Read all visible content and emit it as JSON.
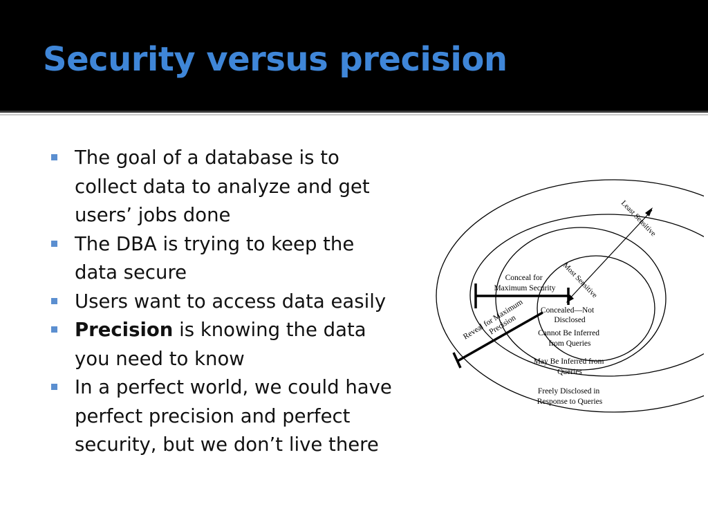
{
  "slide": {
    "title": "Security versus precision",
    "accent_color": "#3f86d8",
    "bullet_color": "#5b8fd0"
  },
  "bullets": [
    {
      "lines": [
        "The goal of a database is to",
        "collect data to analyze and get",
        "users’ jobs done"
      ]
    },
    {
      "lines": [
        "The DBA is trying to keep the",
        "data secure"
      ]
    },
    {
      "lines": [
        "Users want to access data easily"
      ]
    },
    {
      "bold": "Precision",
      "lines": [
        " is knowing the data",
        "you need to know"
      ]
    },
    {
      "lines": [
        "In a perfect world, we could have",
        "perfect precision and perfect",
        "security, but we don’t live there"
      ]
    }
  ],
  "diagram": {
    "least_sensitive": "Least Sensitive",
    "most_sensitive": "Most Sensitive",
    "conceal_line1": "Conceal for",
    "conceal_line2": "Maximum Security",
    "reveal_line1": "Reveal for Maximum",
    "reveal_line2": "Precision",
    "concealed_line1": "Concealed—Not",
    "concealed_line2": "Disclosed",
    "cannot_line1": "Cannot Be Inferred",
    "cannot_line2": "from Queries",
    "may_line1": "May Be Inferred from",
    "may_line2": "Queries",
    "freely_line1": "Freely Disclosed in",
    "freely_line2": "Response to Queries"
  }
}
